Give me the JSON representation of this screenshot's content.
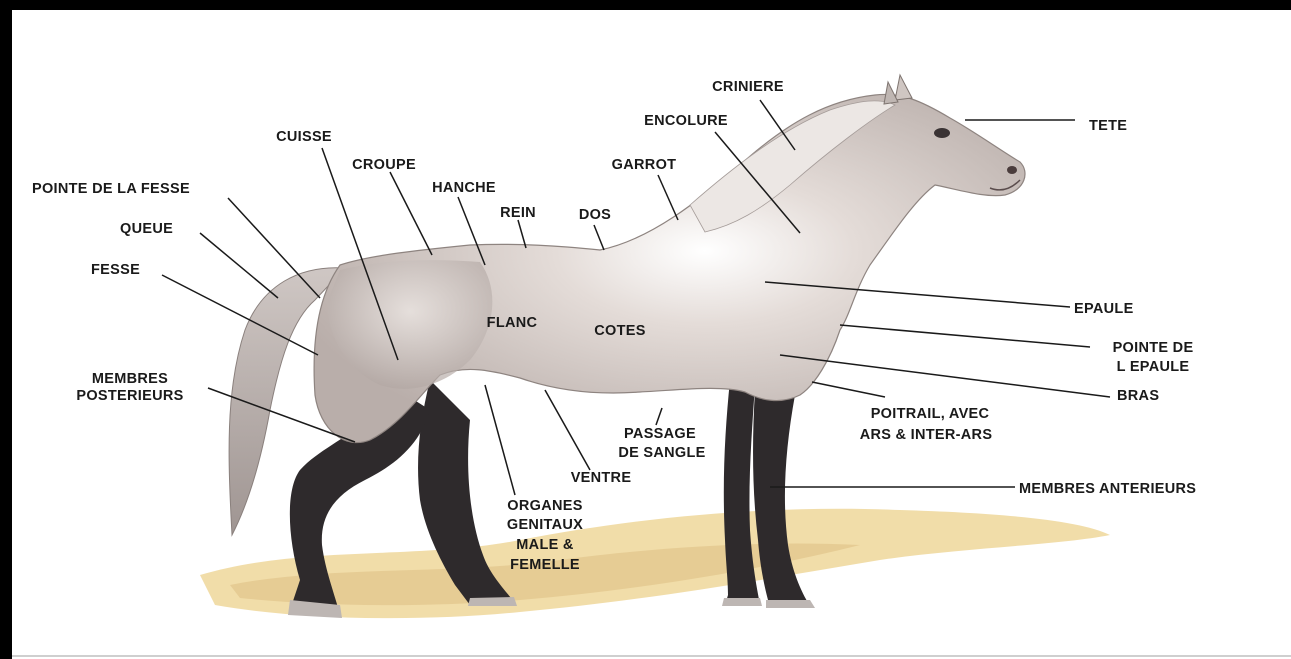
{
  "labels": {
    "criniere": "CRINIERE",
    "tete": "TETE",
    "encolure": "ENCOLURE",
    "cuisse": "CUISSE",
    "garrot": "GARROT",
    "croupe": "CROUPE",
    "hanche": "HANCHE",
    "pointe_de_la_fesse": "POINTE DE LA FESSE",
    "rein": "REIN",
    "dos": "DOS",
    "queue": "QUEUE",
    "fesse": "FESSE",
    "epaule": "EPAULE",
    "flanc": "FLANC",
    "cotes": "COTES",
    "pointe_de_l_epaule_1": "POINTE DE",
    "pointe_de_l_epaule_2": "L EPAULE",
    "membres_posterieurs_1": "MEMBRES",
    "membres_posterieurs_2": "POSTERIEURS",
    "bras": "BRAS",
    "poitrail_1": "POITRAIL, AVEC",
    "poitrail_2": "ARS & INTER-ARS",
    "passage_de_sangle_1": "PASSAGE",
    "passage_de_sangle_2": "DE SANGLE",
    "ventre": "VENTRE",
    "membres_anterieurs": "MEMBRES ANTERIEURS",
    "organes_1": "ORGANES",
    "organes_2": "GENITAUX",
    "organes_3": "MALE &",
    "organes_4": "FEMELLE"
  },
  "colors": {
    "frame": "#000000",
    "horse_body": "#d6ccc8",
    "legs": "#2e2a2c",
    "ground": "#efd79a",
    "leader_lines": "#1a1a1a"
  }
}
